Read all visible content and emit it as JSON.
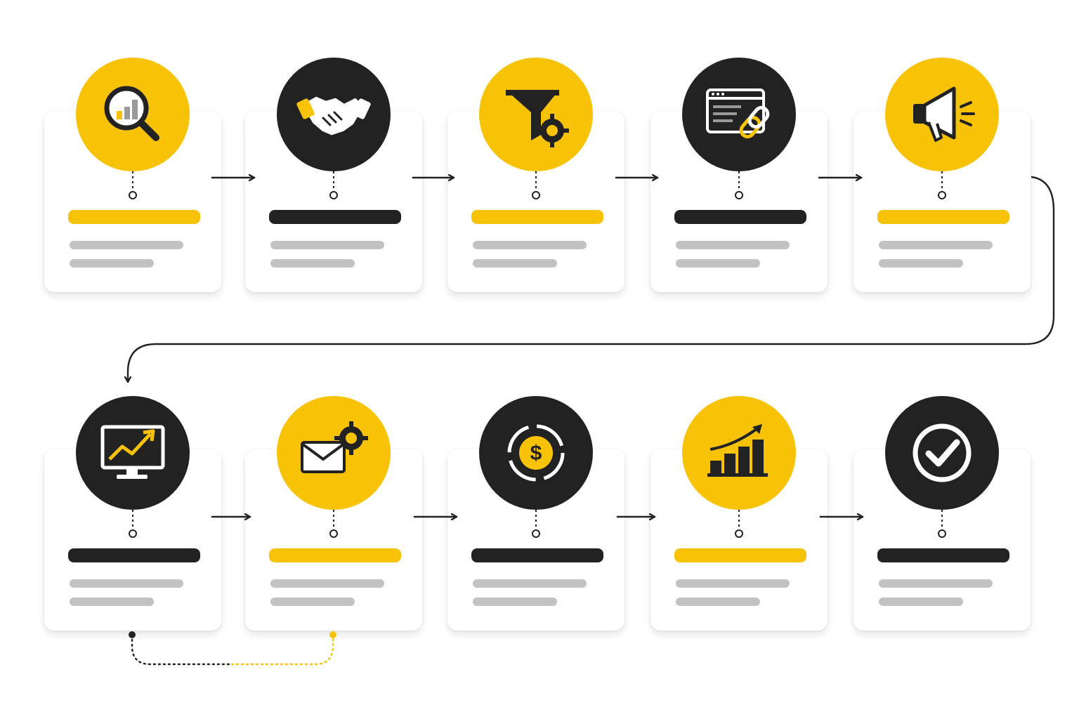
{
  "colors": {
    "accent": "#f8c307",
    "dark": "#222222",
    "placeholder": "#c2c2c2",
    "card": "#ffffff"
  },
  "steps": [
    {
      "icon": "magnifier-chart-icon",
      "circle": "yellow",
      "title_bar": "yellow"
    },
    {
      "icon": "handshake-icon",
      "circle": "black",
      "title_bar": "black"
    },
    {
      "icon": "funnel-gear-icon",
      "circle": "yellow",
      "title_bar": "yellow"
    },
    {
      "icon": "browser-link-icon",
      "circle": "black",
      "title_bar": "black"
    },
    {
      "icon": "megaphone-icon",
      "circle": "yellow",
      "title_bar": "yellow"
    },
    {
      "icon": "monitor-trend-icon",
      "circle": "black",
      "title_bar": "black"
    },
    {
      "icon": "email-automation-icon",
      "circle": "yellow",
      "title_bar": "yellow"
    },
    {
      "icon": "dollar-cycle-icon",
      "circle": "black",
      "title_bar": "black"
    },
    {
      "icon": "growth-chart-icon",
      "circle": "yellow",
      "title_bar": "yellow"
    },
    {
      "icon": "checkmark-icon",
      "circle": "black",
      "title_bar": "black"
    }
  ]
}
